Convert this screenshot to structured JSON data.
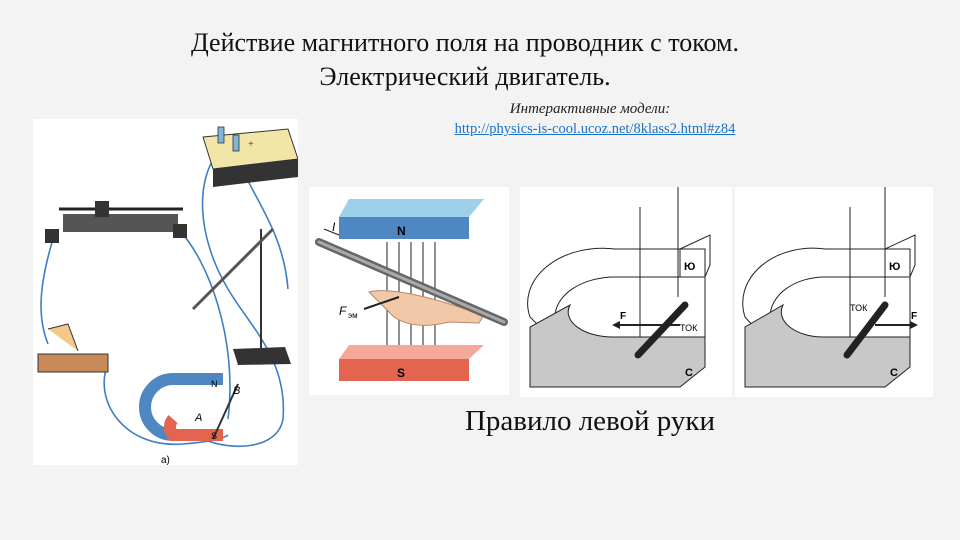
{
  "slide": {
    "title_line1": "Действие магнитного поля на проводник с током.",
    "title_line2": "Электрический двигатель.",
    "subtitle": "Интерактивные модели:",
    "link": "http://physics-is-cool.ucoz.net/8klass2.html#z84",
    "caption": "Правило левой руки"
  },
  "circuit": {
    "label_n": "N",
    "label_s": "S",
    "label_a": "A",
    "label_b": "B",
    "fig_label": "а)",
    "battery_plus": "+"
  },
  "hand": {
    "label_n": "N",
    "label_s": "S",
    "label_i": "I",
    "label_f": "F",
    "label_f_sub": "эм"
  },
  "magnet1": {
    "pole_top": "Ю",
    "pole_bottom": "С",
    "force": "F",
    "current": "ТОК"
  },
  "magnet2": {
    "pole_top": "Ю",
    "pole_bottom": "С",
    "force": "F",
    "current": "ТОК"
  },
  "colors": {
    "magnet_blue": "#4f87c2",
    "magnet_red": "#e4654f",
    "wire_blue": "#3d7fc4",
    "gray": "#c8c8c8"
  }
}
